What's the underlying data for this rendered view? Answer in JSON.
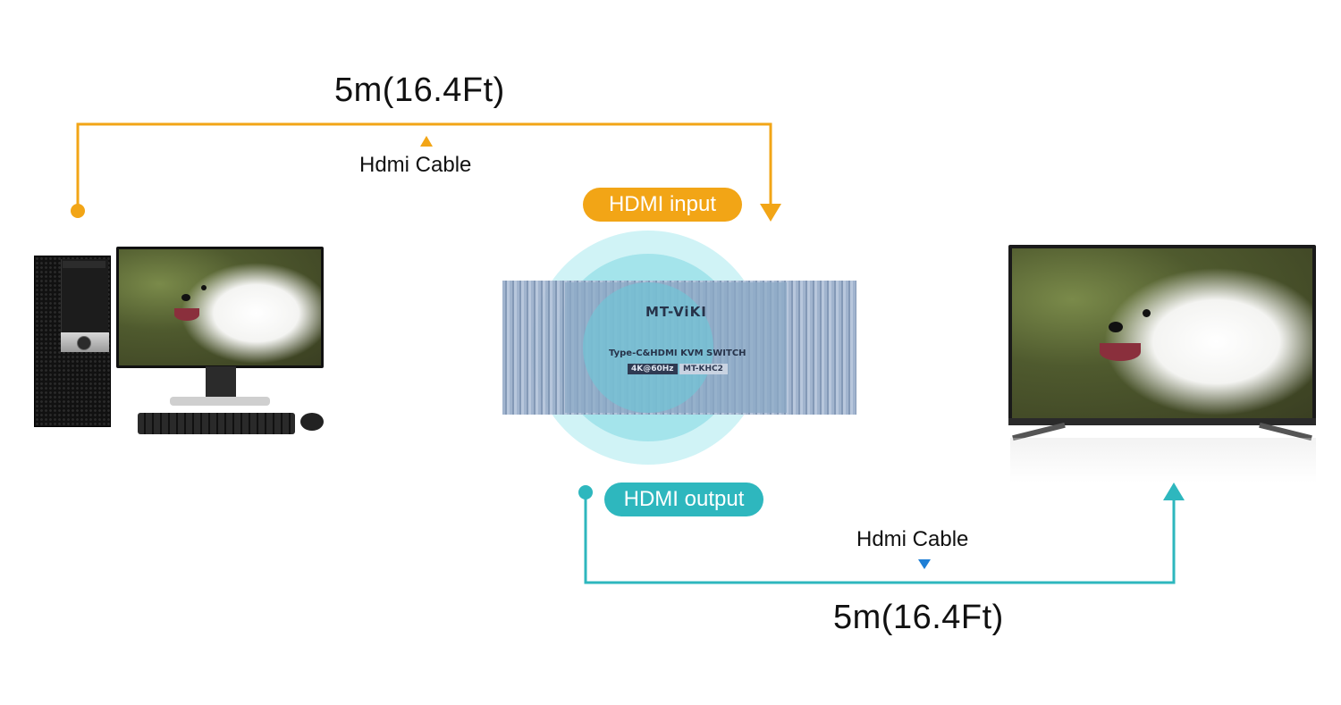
{
  "top_link": {
    "length_label": "5m(16.4Ft)",
    "cable_label": "Hdmi Cable",
    "color": "#F2A516"
  },
  "bottom_link": {
    "length_label": "5m(16.4Ft)",
    "cable_label": "Hdmi Cable",
    "color": "#2EB7BE"
  },
  "pills": {
    "input": "HDMI input",
    "output": "HDMI output"
  },
  "kvm": {
    "brand": "MT-ViKI",
    "model": "Type-C&HDMI KVM SWITCH",
    "spec": "4K@60Hz",
    "code": "MT-KHC2"
  },
  "icons": {
    "source": "desktop-computer",
    "hub": "kvm-switch",
    "destination": "television"
  },
  "colors": {
    "input_accent": "#F2A516",
    "output_accent": "#2EB7BE",
    "small_output_arrow": "#1E7FD6"
  }
}
